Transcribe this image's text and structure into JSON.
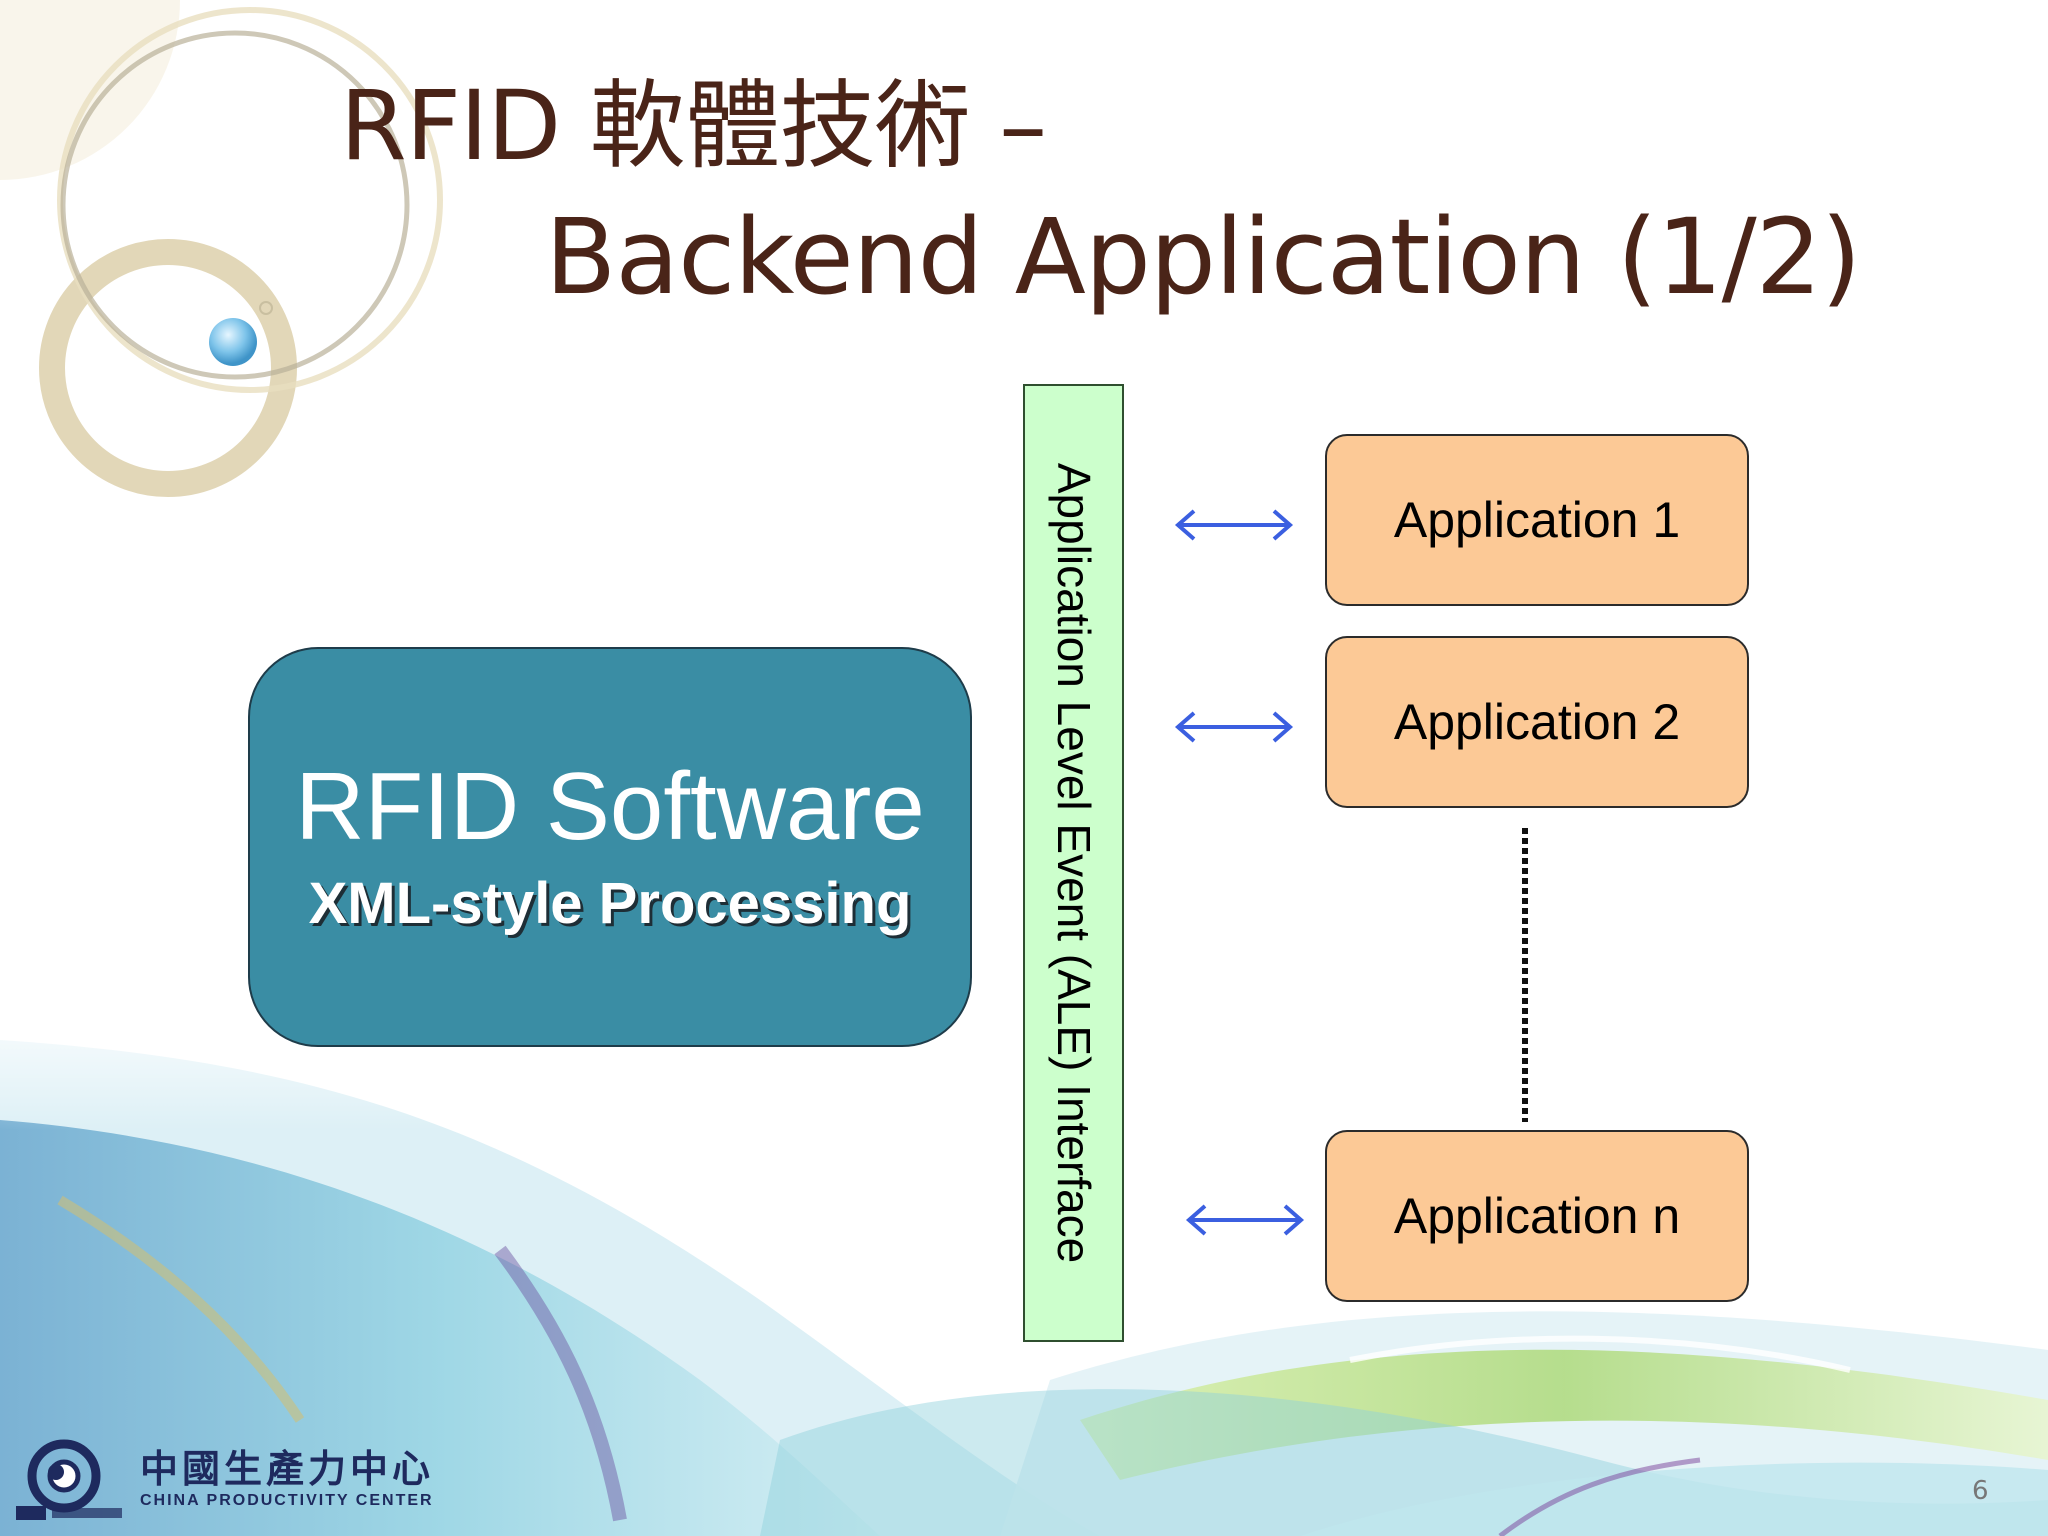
{
  "slide": {
    "title_line1": "RFID  軟體技術 –",
    "title_line2": "Backend Application (1/2)",
    "page_number": "6"
  },
  "diagram": {
    "software_box": {
      "title": "RFID Software",
      "subtitle": "XML-style Processing"
    },
    "ale_interface": {
      "label": "Application Level Event (ALE) Interface"
    },
    "applications": [
      {
        "label": "Application 1"
      },
      {
        "label": "Application 2"
      },
      {
        "label": "Application n"
      }
    ]
  },
  "logo": {
    "chinese_name": "中國生產力中心",
    "english_name": "CHINA PRODUCTIVITY CENTER"
  },
  "colors": {
    "title": "#4a2418",
    "software_box": "#3a8da4",
    "ale_bar": "#ccffcc",
    "app_box": "#fcc996",
    "arrow": "#3b5fe0"
  }
}
